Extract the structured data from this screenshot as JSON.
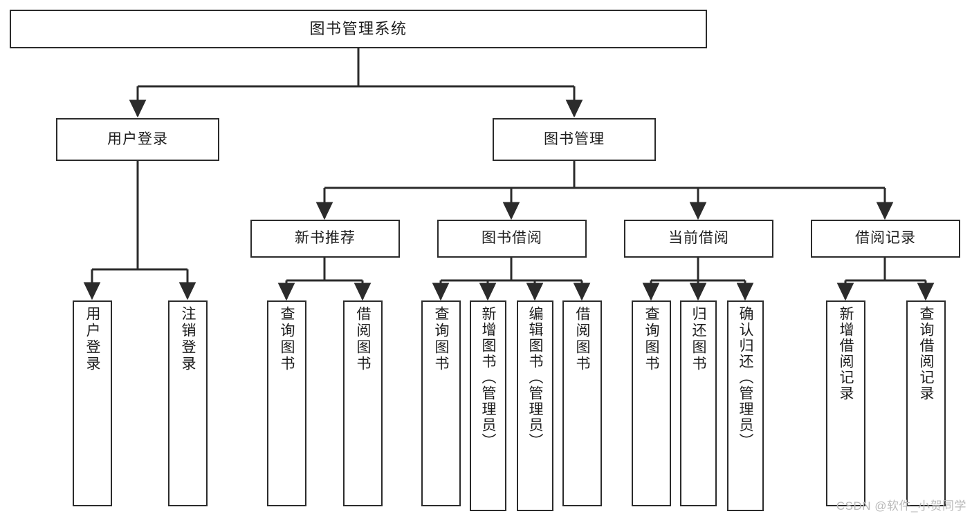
{
  "diagram": {
    "type": "tree",
    "title": "图书管理系统",
    "orientation": "top-down",
    "colors": {
      "stroke": "#2b2b2b",
      "fill": "#ffffff",
      "text": "#1d1d1d",
      "watermark": "#b9b9b9"
    },
    "root": {
      "label": "图书管理系统"
    },
    "level2": [
      {
        "label": "用户登录"
      },
      {
        "label": "图书管理"
      }
    ],
    "level3": [
      {
        "label": "新书推荐"
      },
      {
        "label": "图书借阅"
      },
      {
        "label": "当前借阅"
      },
      {
        "label": "借阅记录"
      }
    ],
    "leaves": {
      "user_login": [
        {
          "label": "用户登录"
        },
        {
          "label": "注销登录"
        }
      ],
      "new_book": [
        {
          "label": "查询图书"
        },
        {
          "label": "借阅图书"
        }
      ],
      "borrow": [
        {
          "label": "查询图书"
        },
        {
          "label": "新增图书（管理员）"
        },
        {
          "label": "编辑图书（管理员）"
        },
        {
          "label": "借阅图书"
        }
      ],
      "current": [
        {
          "label": "查询图书"
        },
        {
          "label": "归还图书"
        },
        {
          "label": "确认归还（管理员）"
        }
      ],
      "records": [
        {
          "label": "新增借阅记录"
        },
        {
          "label": "查询借阅记录"
        }
      ]
    },
    "watermark": "CSDN @软件_小贺同学"
  }
}
